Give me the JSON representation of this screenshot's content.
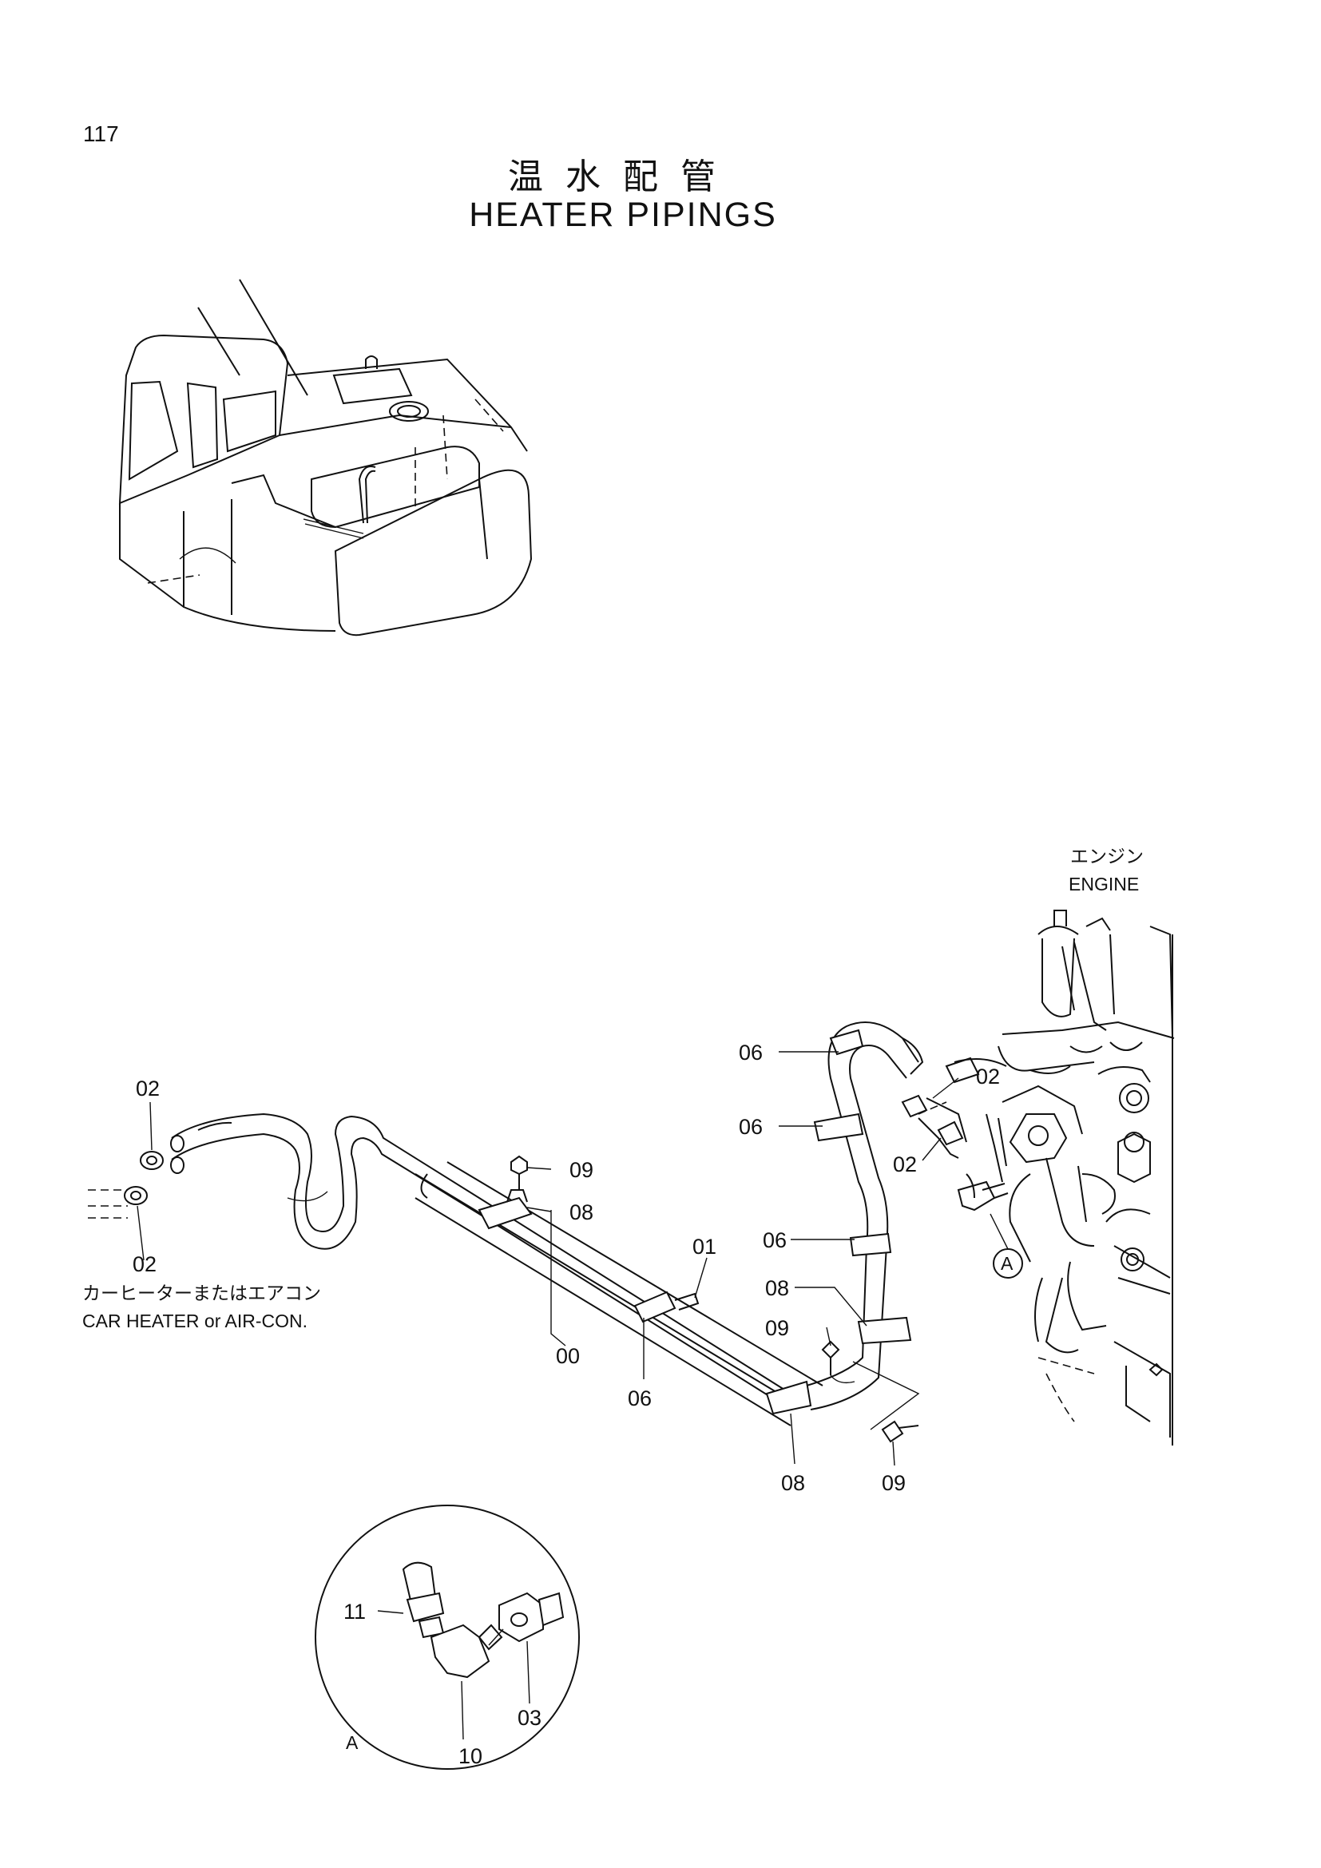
{
  "header": {
    "page_number": "117",
    "title_jp": "温水配管",
    "title_en": "HEATER PIPINGS"
  },
  "notes": {
    "engine_jp": "エンジン",
    "engine_en": "ENGINE",
    "car_heater_jp": "カーヒーターまたはエアコン",
    "car_heater_en": "CAR HEATER or AIR-CON."
  },
  "callouts": {
    "hose_00": "00",
    "pipe_01": "01",
    "clamp_02_left_top": "02",
    "clamp_02_left_bottom": "02",
    "clamp_02_engine_top": "02",
    "clamp_02_engine_mid": "02",
    "adapter_03": "03",
    "clip_06_top": "06",
    "clip_06_second": "06",
    "clip_06_third": "06",
    "clip_06_center": "06",
    "bracket_08_upper": "08",
    "bracket_08_right": "08",
    "bracket_08_bottom": "08",
    "bolt_09_upper": "09",
    "bolt_09_mid": "09",
    "bolt_09_bottom": "09",
    "elbow_10": "10",
    "nipple_11": "11",
    "detail_ref_circle": "A",
    "detail_ref_view": "A"
  }
}
